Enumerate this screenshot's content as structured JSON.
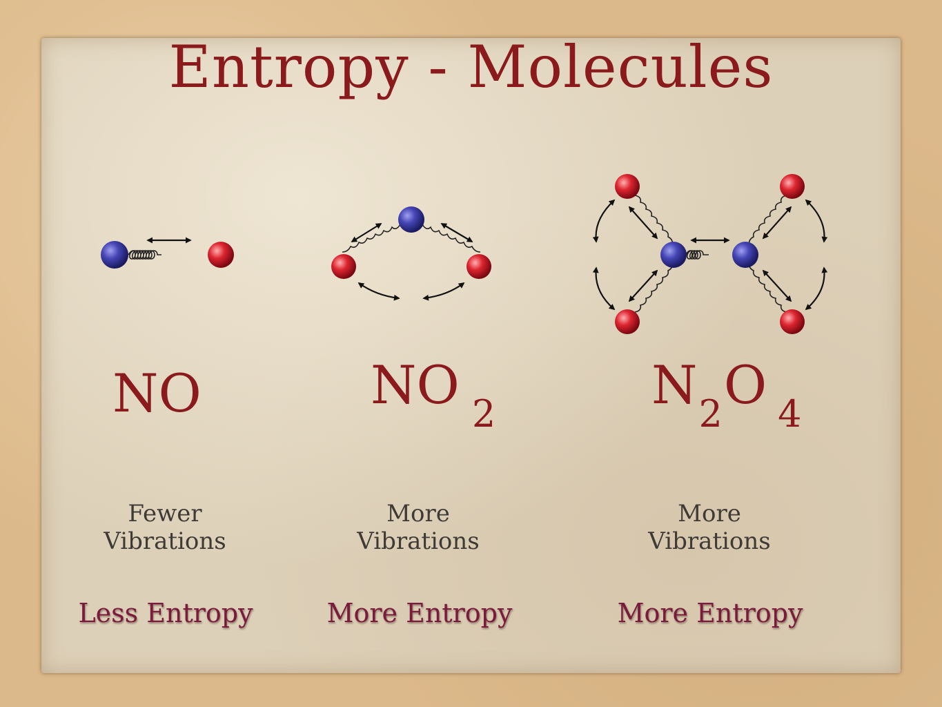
{
  "title": "Entropy - Molecules",
  "molecules": [
    {
      "formula_main": "NO",
      "subscripts": [],
      "description_line1": "Fewer",
      "description_line2": "Vibrations",
      "entropy_label": "Less Entropy"
    },
    {
      "formula_main": "NO",
      "subscripts": [
        "2"
      ],
      "description_line1": "More",
      "description_line2": "Vibrations",
      "entropy_label": "More Entropy"
    },
    {
      "formula_parts": [
        "N",
        "2",
        "O",
        "4"
      ],
      "description_line1": "More",
      "description_line2": "Vibrations",
      "entropy_label": "More Entropy"
    }
  ],
  "colors": {
    "title": "#8a1a1c",
    "nitrogen_atom": "#3a3aa0",
    "oxygen_atom": "#c8202a",
    "entropy_label": "#7a1a3c"
  }
}
